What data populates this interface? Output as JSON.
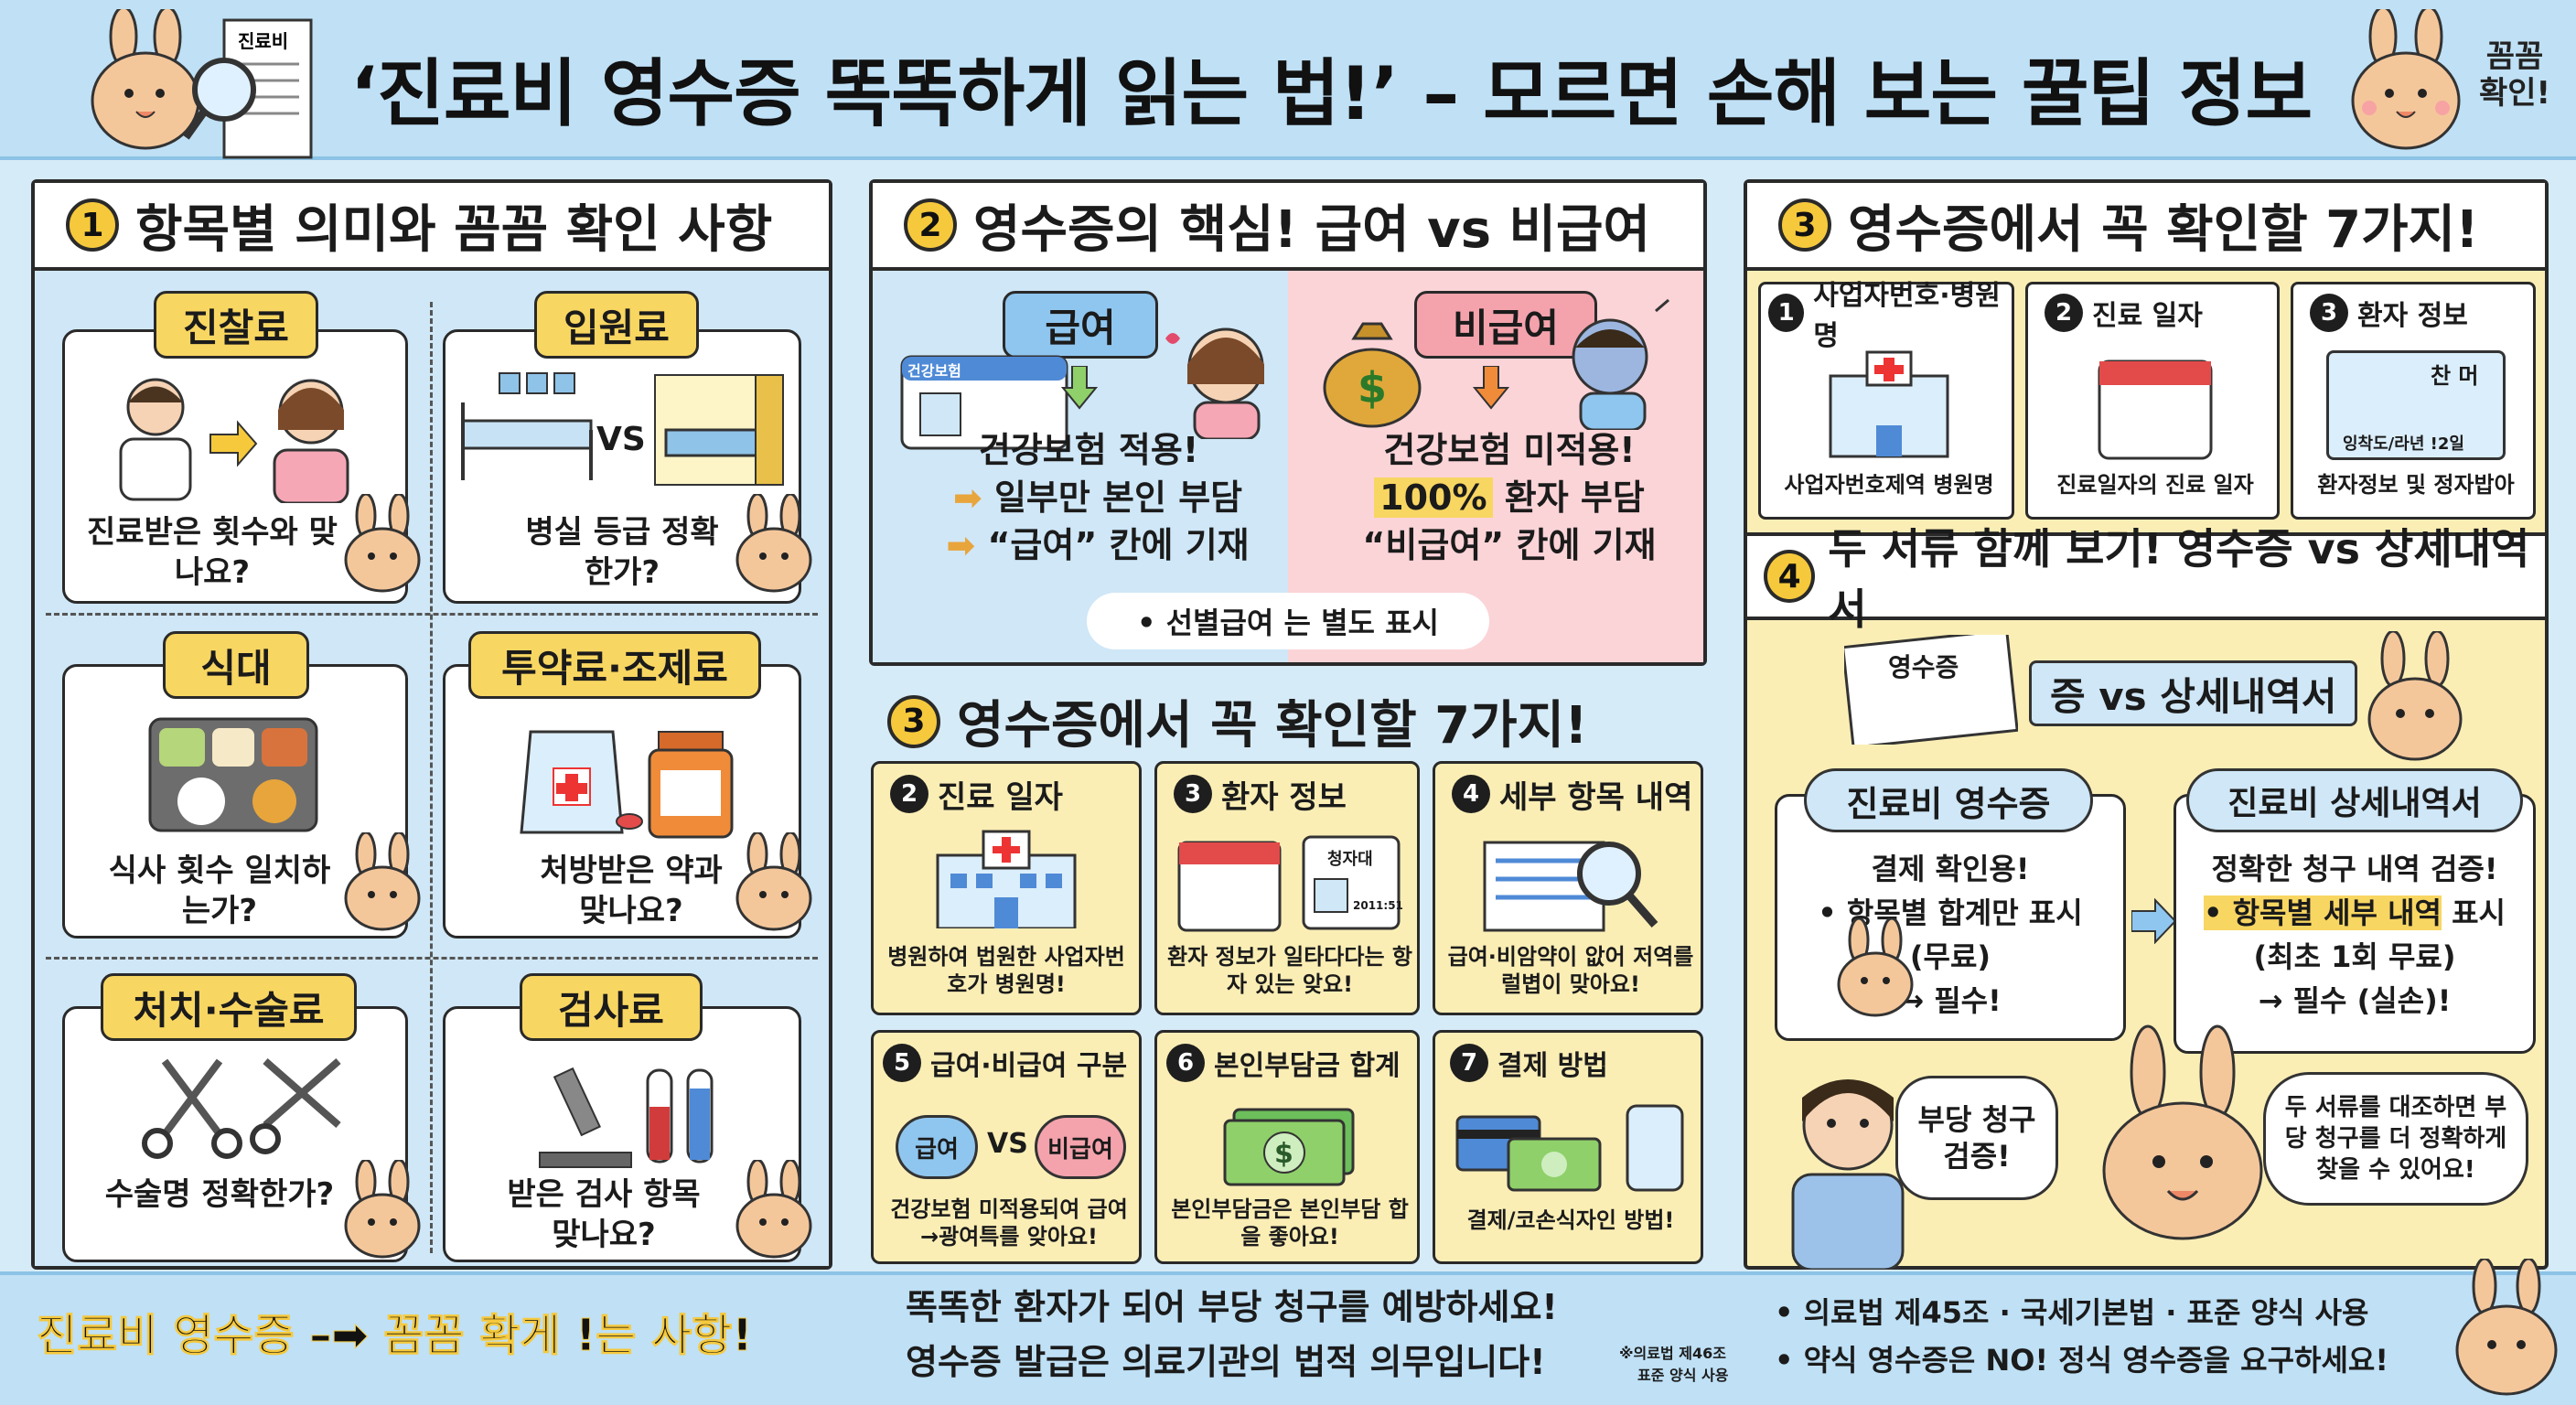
{
  "header": {
    "title": "‘진료비 영수증 똑똑하게 읽는 법!’ – 모르면 손해 보는 꿀팁 정보",
    "doc_label": "진료비",
    "speech": "꼼꼼 확인!"
  },
  "section1": {
    "num": "1",
    "title": "항목별 의미와 꼼꼼 확인 사항",
    "items": [
      {
        "chip": "진찰료",
        "q": "진료받은 횟수와 맞나요?"
      },
      {
        "chip": "입원료",
        "vs": "VS",
        "q": "병실 등급 정확한가?"
      },
      {
        "chip": "식대",
        "q": "식사 횟수 일치하는가?"
      },
      {
        "chip": "투약료·조제료",
        "q": "처방받은 약과 맞나요?"
      },
      {
        "chip": "처치·수술료",
        "q": "수술명 정확한가?"
      },
      {
        "chip": "검사료",
        "q": "받은 검사 항목 맞나요?"
      }
    ]
  },
  "section2": {
    "num": "2",
    "title": "영수증의 핵심! 급여 vs 비급여",
    "left": {
      "label": "급여",
      "card_label": "건강보험",
      "line1": "건강보험 적용!",
      "line2": "일부만 본인 부담",
      "line3": "“급여” 칸에 기재"
    },
    "right": {
      "label": "비급여",
      "line1": "건강보험 미적용!",
      "line2_hl": "100%",
      "line2": "환자 부담",
      "line3": "“비급여” 칸에 기재"
    },
    "note": "• 선별급여 는 별도 표시"
  },
  "section3mid": {
    "num": "3",
    "title": "영수증에서 꼭 확인할 7가지!",
    "items": [
      {
        "num": "2",
        "title": "진료 일자",
        "desc": "병원하여 법원한 사업자번호가 병원명!"
      },
      {
        "num": "3",
        "title": "환자 정보",
        "badge": "청자대",
        "badge_num": "2011:51",
        "desc": "환자 정보가 일타다다는 항자 있는 앚요!"
      },
      {
        "num": "4",
        "title": "세부 항목 내역",
        "desc": "급여·비암약이 앖어 저역를 럴볍이 맞아요!"
      },
      {
        "num": "5",
        "title": "급여·비급여 구분",
        "a": "급여",
        "vs": "VS",
        "b": "비급여",
        "desc": "건강보험 미적용되여 급여→광여특를 앚아요!"
      },
      {
        "num": "6",
        "title": "본인부담금 합계",
        "desc": "본인부담금은 본인부담 합을 좋아요!"
      },
      {
        "num": "7",
        "title": "결제 방법",
        "desc": "결제/코손식자인 방법!"
      }
    ]
  },
  "section3right": {
    "num": "3",
    "title": "영수증에서 꼭 확인할 7가지!",
    "items": [
      {
        "num": "1",
        "title": "사업자번호·병원명",
        "desc": "사업자번호제역 병원명"
      },
      {
        "num": "2",
        "title": "진료 일자",
        "desc": "진료일자의 진료 일자"
      },
      {
        "num": "3",
        "title": "환자 정보",
        "badge": "찬 머",
        "badge_sub": "잉착도/라년 !2일",
        "desc": "환자정보 및 정자밥아"
      }
    ]
  },
  "section4": {
    "num": "4",
    "title": "두 서류 함께 보기! 영수증 vs 상세내역서",
    "doc_a": "영수증",
    "banner": "증 vs 상세내역서",
    "box_a": {
      "head": "진료비 영수증",
      "l1": "결제 확인용!",
      "l2": "• 항목별 합계만 표시",
      "l3": "(무료)",
      "l4": "→ 필수!"
    },
    "box_b": {
      "head": "진료비 상세내역서",
      "l1": "정확한 청구 내역 검증!",
      "l2_hl": "• 항목별 세부 내역",
      "l2": "표시",
      "l3": "(최초 1회 무료)",
      "l4": "→ 필수 (실손)!"
    },
    "bubble_a": "부당 청구 검증!",
    "bubble_b": "두 서류를 대조하면 부당 청구를 더 정확하게 찾을 수 있어요!"
  },
  "footer": {
    "left": "진료비 영수증 –➡ 꼼꼼 확게 !는 사항!",
    "mid1": "똑똑한 환자가 되어 부당 청구를 예방하세요!",
    "mid2": "영수증 발급은 의료기관의 법적 의무입니다!",
    "note1": "※의료법 제46조",
    "note2": "표준 양식 사용",
    "right1": "• 의료법 제45조 · 국세기본법 · 표준 양식 사용",
    "right2": "• 약식 영수증은 NO! 정식 영수증을 요구하세요!"
  },
  "colors": {
    "accent_yellow": "#f6c93c",
    "header_blue": "#bfe0f5",
    "pink": "#fbd4d8",
    "blue_box": "#cfe7f7"
  }
}
